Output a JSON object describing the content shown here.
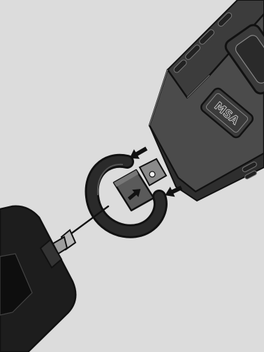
{
  "illustration": {
    "brand_logo": "MSA",
    "icons": [
      "device-housing",
      "clip-bracket",
      "d-ring-strap",
      "arrow-icon",
      "tool-pin-icon",
      "handheld-tool"
    ],
    "colors": {
      "background": "#dcdcdc",
      "housing_front": "#4a4a4a",
      "housing_top": "#3a3a3a",
      "housing_side": "#2f2f2f",
      "outline": "#111111",
      "arrow": "#111111",
      "bracket": "#5a5a5a",
      "ring": "#1c1c1c",
      "tool": "#1d1d1d",
      "pin": "#b9b9b9"
    }
  }
}
